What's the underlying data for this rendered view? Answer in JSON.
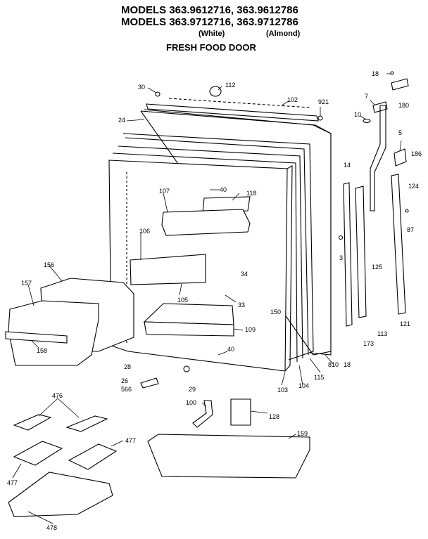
{
  "header": {
    "line1": "MODELS 363.9612716, 363.9612786",
    "line2": "MODELS 363.9712716, 363.9712786",
    "white": "(White)",
    "almond": "(Almond)",
    "section": "FRESH FOOD DOOR"
  },
  "callouts": {
    "c18a": "18",
    "c30": "30",
    "c112": "112",
    "c102": "102",
    "c921": "921",
    "c7": "7",
    "c180": "180",
    "c10": "10",
    "c24": "24",
    "c5": "5",
    "c186": "186",
    "c14": "14",
    "c124": "124",
    "c40a": "40",
    "c118": "118",
    "c107": "107",
    "c106": "106",
    "c3": "3",
    "c125": "125",
    "c87": "87",
    "c156": "156",
    "c157": "157",
    "c34": "34",
    "c105": "105",
    "c33": "33",
    "c150": "150",
    "c109": "109",
    "c158": "158",
    "c40b": "40",
    "c121": "121",
    "c113": "113",
    "c173": "173",
    "c18b": "18",
    "c28": "28",
    "c26": "26",
    "c566": "566",
    "c29": "29",
    "c103": "103",
    "c104": "104",
    "c115": "115",
    "c810": "810",
    "c100": "100",
    "c128": "128",
    "c476": "476",
    "c477a": "477",
    "c159": "159",
    "c477b": "477",
    "c478": "478"
  }
}
